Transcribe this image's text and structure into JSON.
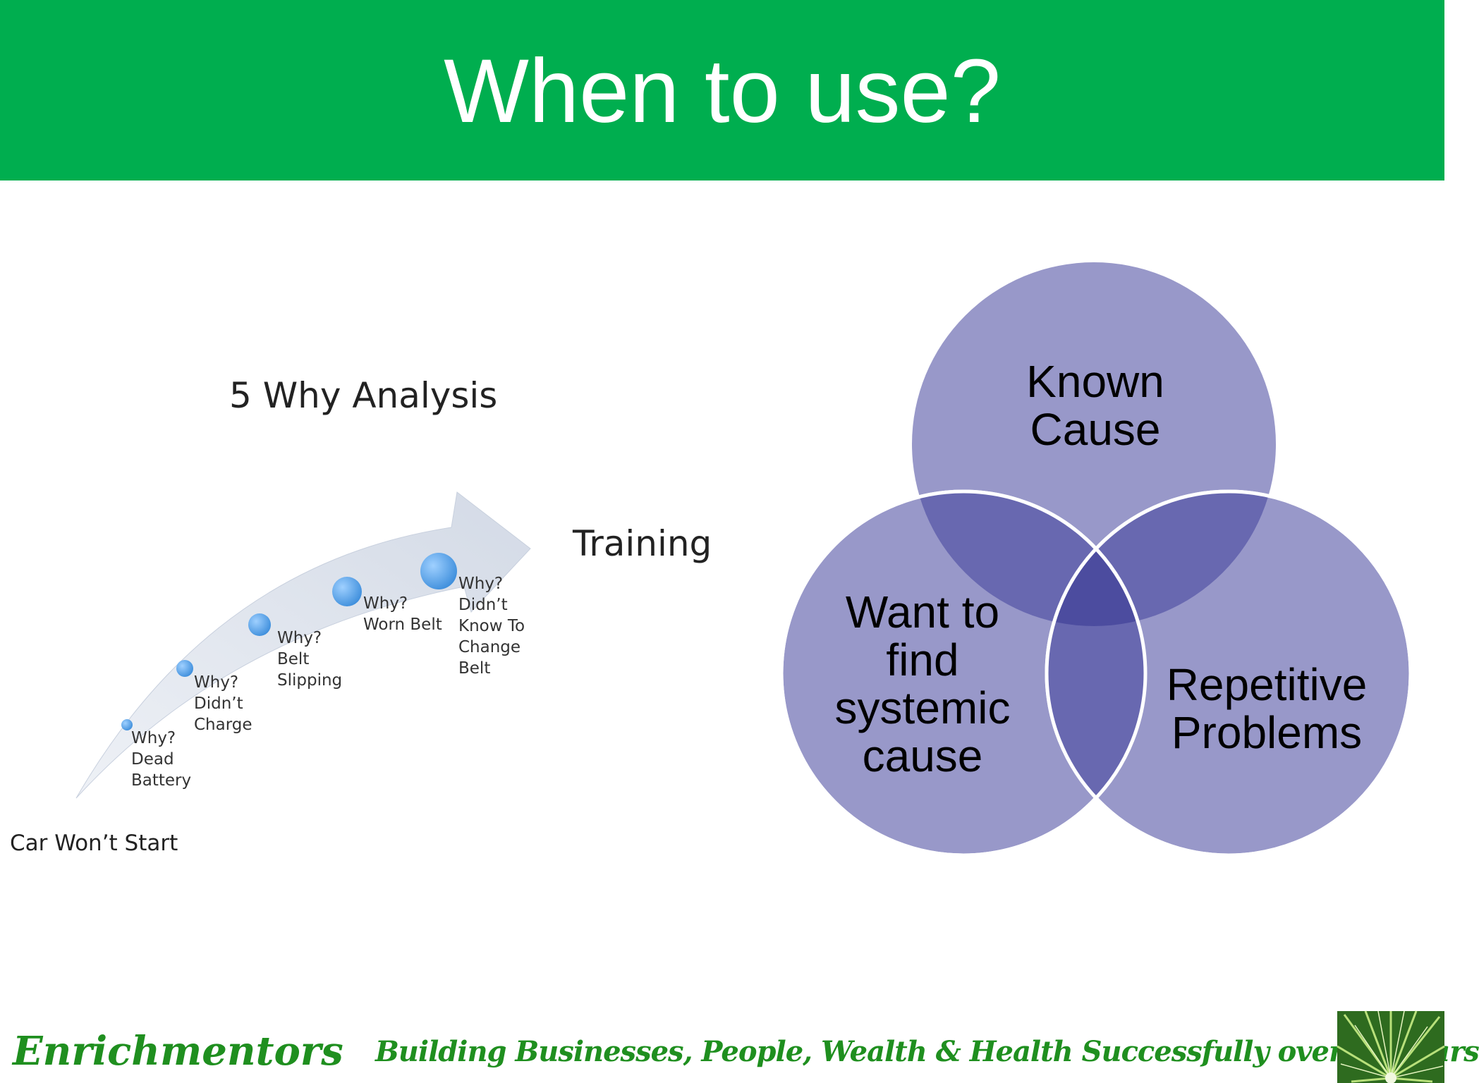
{
  "slide": {
    "title": "When to use?"
  },
  "why_diagram": {
    "title": "5 Why Analysis",
    "start_label": "Car Won’t Start",
    "end_label": "Training",
    "steps": [
      {
        "lines": [
          "Why?",
          "Dead",
          "Battery"
        ]
      },
      {
        "lines": [
          "Why?",
          "Didn’t",
          "Charge"
        ]
      },
      {
        "lines": [
          "Why?",
          "Belt",
          "Slipping"
        ]
      },
      {
        "lines": [
          "Why?",
          "Worn Belt"
        ]
      },
      {
        "lines": [
          "Why?",
          "Didn’t",
          "Know To",
          "Change",
          "Belt"
        ]
      }
    ],
    "arrow_color": "#d9dfea",
    "bubble_color": "#4b9be3"
  },
  "venn": {
    "circles": [
      {
        "lines": [
          "Known",
          "Cause"
        ]
      },
      {
        "lines": [
          "Want to",
          "find",
          "systemic",
          "cause"
        ]
      },
      {
        "lines": [
          "Repetitive",
          "Problems"
        ]
      }
    ],
    "fill": "#9898c9",
    "overlap_two": "#6868b0",
    "overlap_three": "#4c4c9f"
  },
  "footer": {
    "brand": "Enrichmentors",
    "tagline": "Building Businesses, People, Wealth & Health Successfully over 40 years",
    "logo_icon": "palm-fronds-icon"
  },
  "colors": {
    "header": "#00ae4f",
    "footer_text": "#1f8f1f"
  }
}
